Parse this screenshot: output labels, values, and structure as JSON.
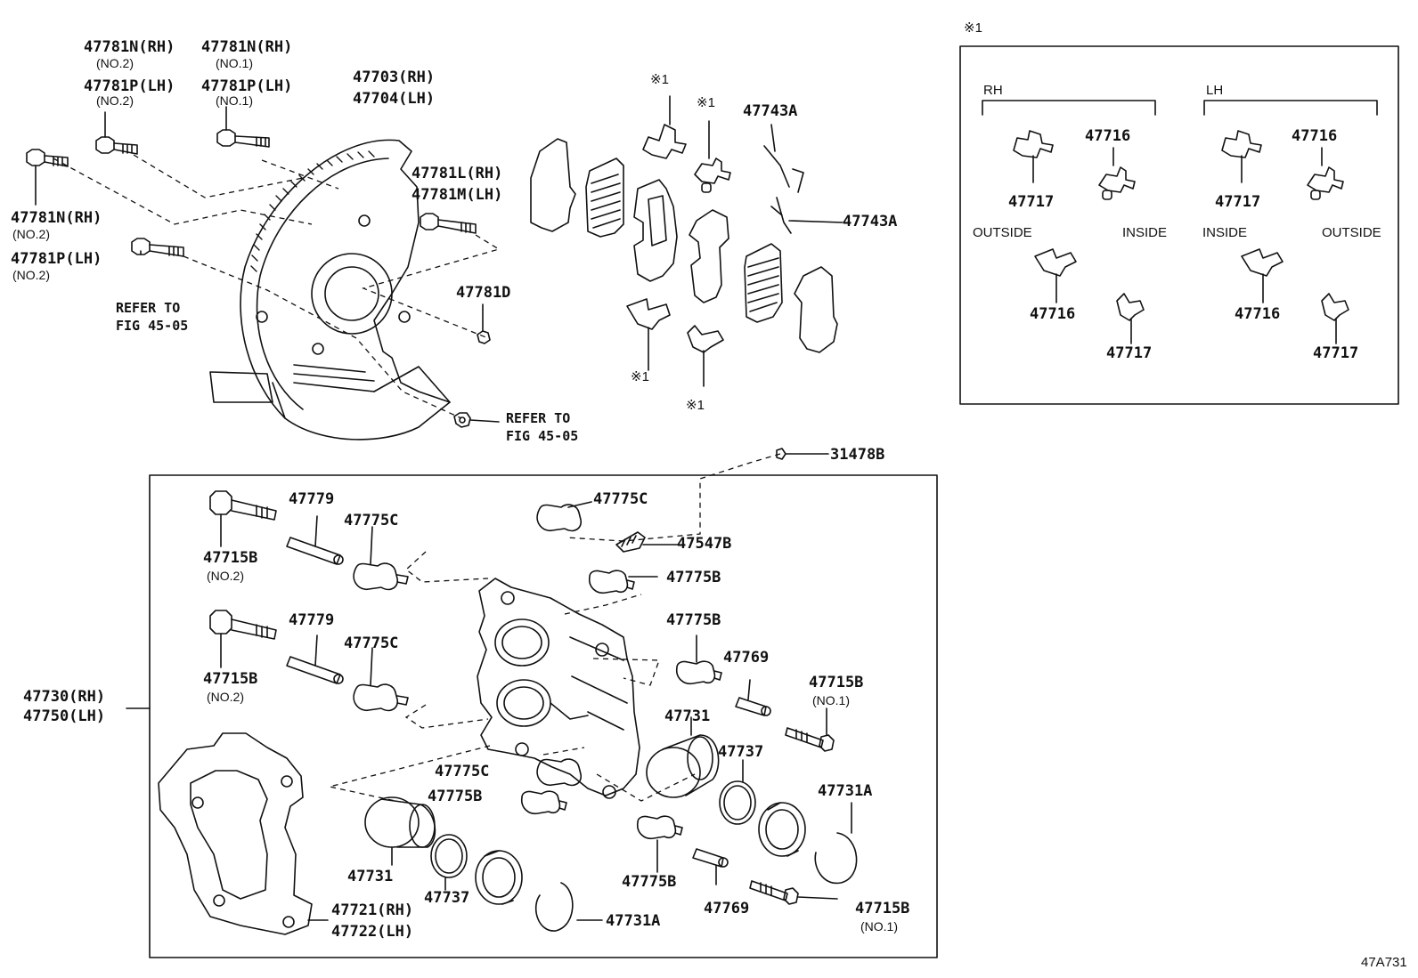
{
  "inset": {
    "mark": "※1",
    "rh": "RH",
    "lh": "LH",
    "outside": "OUTSIDE",
    "inside": "INSIDE",
    "p47716": "47716",
    "p47717": "47717"
  },
  "marks": {
    "x1": "※1"
  },
  "disc": {
    "n1": "47781N(RH)",
    "n1s": "(NO.2)",
    "n2": "47781N(RH)",
    "n2s": "(NO.1)",
    "p1": "47781P(LH)",
    "p1s": "(NO.2)",
    "p2": "47781P(LH)",
    "p2s": "(NO.1)",
    "rh": "47703(RH)",
    "lh": "47704(LH)",
    "ln": "47781N(RH)",
    "lns": "(NO.2)",
    "lp": "47781P(LH)",
    "lps": "(NO.2)",
    "l": "47781L(RH)",
    "m": "47781M(LH)",
    "d": "47781D",
    "refer": "REFER TO",
    "fig": "FIG 45-05"
  },
  "pads": {
    "a": "47743A"
  },
  "caliper": {
    "p31478b": "31478B",
    "p47779": "47779",
    "p47775c": "47775C",
    "p47775b": "47775B",
    "p47715b": "47715B",
    "no2": "(NO.2)",
    "no1": "(NO.1)",
    "p47547b": "47547B",
    "p47769": "47769",
    "p47731": "47731",
    "p47737": "47737",
    "p47731a": "47731A",
    "rh": "47730(RH)",
    "lh": "47750(LH)",
    "mrh": "47721(RH)",
    "mlh": "47722(LH)"
  },
  "footer": {
    "code": "47A731"
  }
}
